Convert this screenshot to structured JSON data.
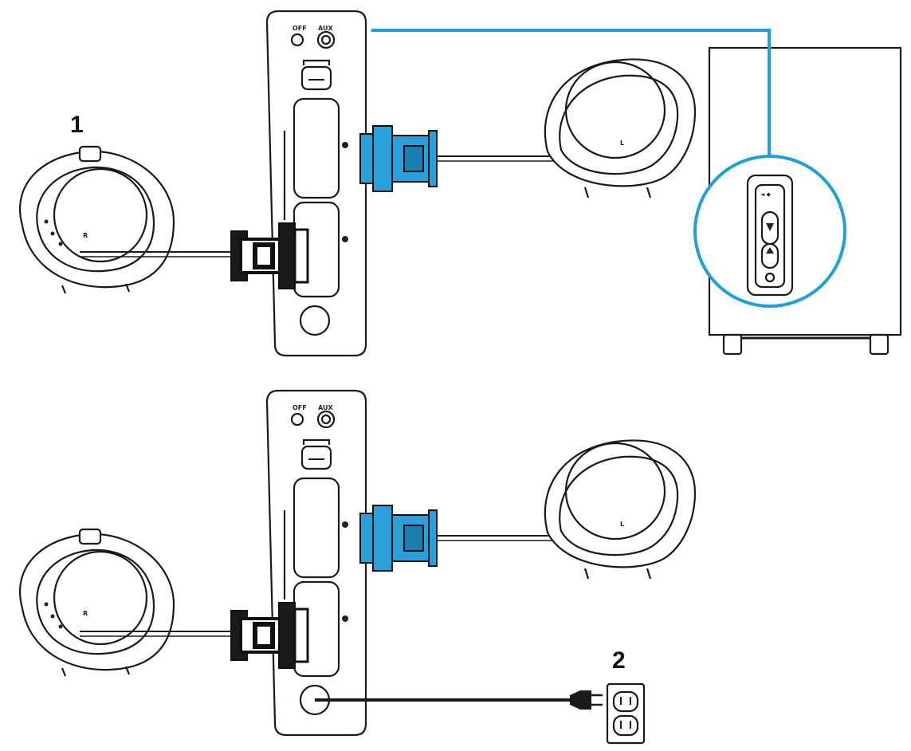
{
  "steps": [
    {
      "number": "1"
    },
    {
      "number": "2"
    }
  ],
  "control_pod": {
    "off_label": "OFF",
    "aux_label": "AUX"
  },
  "speakers": {
    "right_label": "R",
    "left_label": "L"
  },
  "colors": {
    "highlight_blue": "#1ea0d8",
    "connector_blue": "#2aa0db",
    "line": "#1a1a1a",
    "background": "#ffffff"
  }
}
